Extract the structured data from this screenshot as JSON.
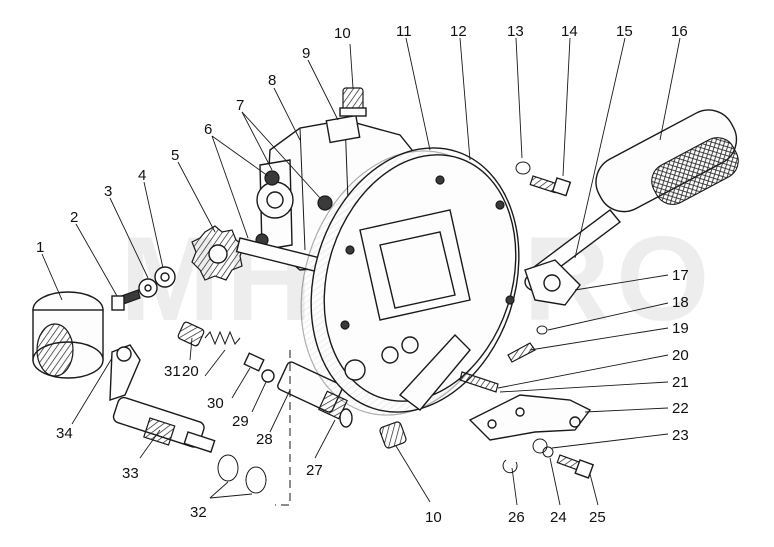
{
  "watermark": "MHT-PRO",
  "labels": [
    "1",
    "2",
    "3",
    "4",
    "5",
    "6",
    "7",
    "8",
    "9",
    "10",
    "11",
    "12",
    "13",
    "14",
    "15",
    "16",
    "17",
    "18",
    "19",
    "20",
    "21",
    "22",
    "23",
    "20",
    "29",
    "30",
    "31",
    "32",
    "33",
    "34",
    "28",
    "27",
    "10",
    "26",
    "24",
    "25"
  ]
}
